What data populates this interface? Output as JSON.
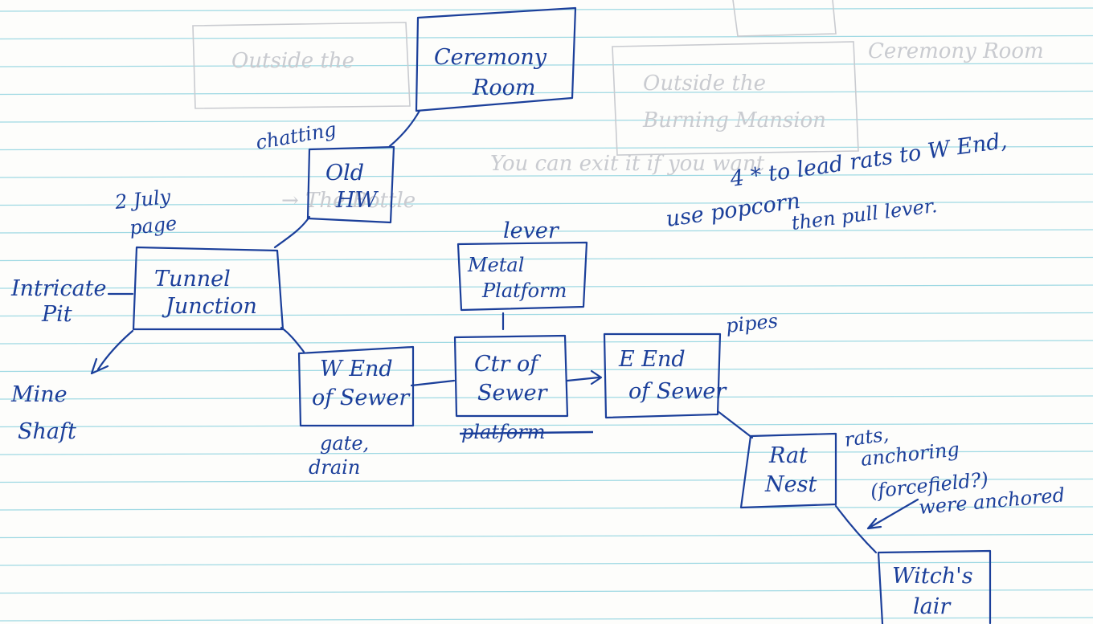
{
  "rooms": {
    "ceremony_room": [
      "Ceremony",
      "Room"
    ],
    "old_hw": [
      "Old",
      "HW"
    ],
    "tunnel_junction": [
      "Tunnel",
      "Junction"
    ],
    "metal_platform": [
      "Metal",
      "Platform"
    ],
    "w_end_sewer": [
      "W End",
      "of Sewer"
    ],
    "ctr_sewer": [
      "Ctr of",
      "Sewer"
    ],
    "e_end_sewer": [
      "E End",
      "of Sewer"
    ],
    "rat_nest": [
      "Rat",
      "Nest"
    ],
    "witchs_lair": [
      "Witch's",
      "lair"
    ]
  },
  "notes": {
    "chatting": "chatting",
    "july_page": [
      "2 July",
      "page"
    ],
    "lever": "lever",
    "pipes": "pipes",
    "intricate_pit": [
      "Intricate",
      "Pit"
    ],
    "mine_shaft": [
      "Mine",
      "Shaft"
    ],
    "gate_drain": [
      "gate,",
      "drain"
    ],
    "platform_struck": "platform",
    "rats": [
      "rats,",
      "anchoring",
      "(forcefield?)",
      "were anchored"
    ],
    "tip": [
      "4 *  to lead rats to W End,",
      "use popcorn",
      "then pull lever."
    ]
  },
  "faint_through_text": [
    "Ceremony Room",
    "Outside the",
    "Burning Mansion",
    "You can exit it if you want",
    "→ The Bottle"
  ]
}
